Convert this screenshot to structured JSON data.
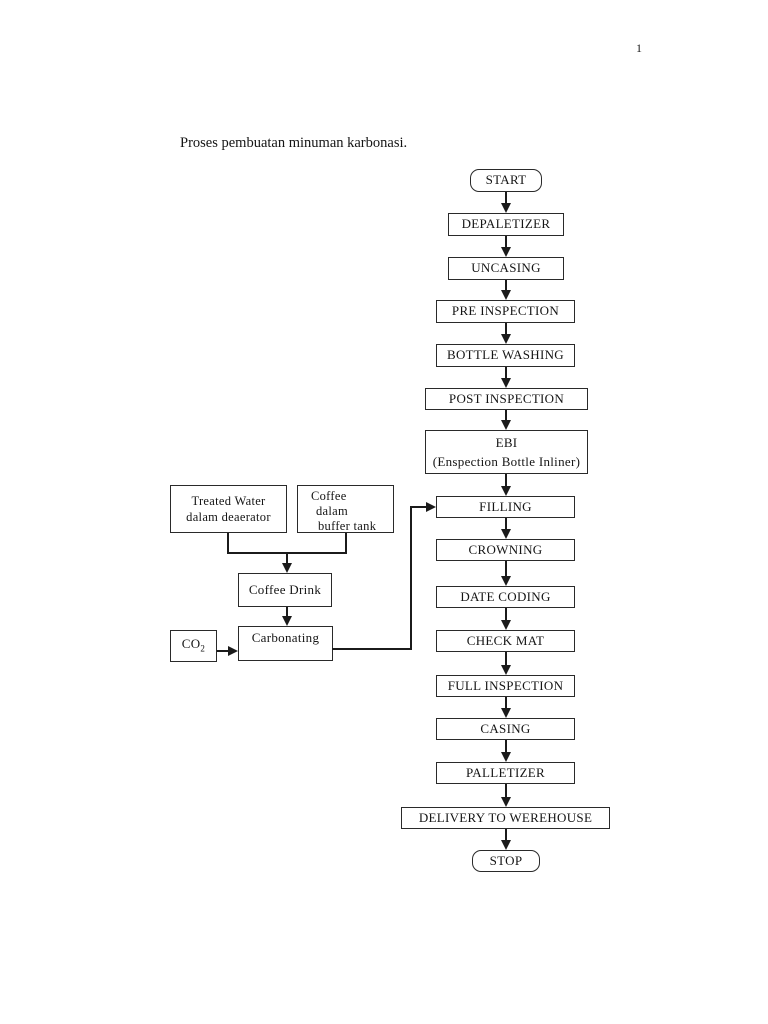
{
  "page": {
    "number": "1",
    "title": "Proses pembuatan minuman karbonasi."
  },
  "flowchart": {
    "nodes": {
      "start": {
        "label": "START"
      },
      "depaletizer": {
        "label": "DEPALETIZER"
      },
      "uncasing": {
        "label": "UNCASING"
      },
      "pre_inspection": {
        "label": "PRE INSPECTION"
      },
      "bottle_washing": {
        "label": "BOTTLE WASHING"
      },
      "post_inspection": {
        "label": "POST INSPECTION"
      },
      "ebi": {
        "line1": "EBI",
        "line2": "(Enspection Bottle Inliner)"
      },
      "filling": {
        "label": "FILLING"
      },
      "crowning": {
        "label": "CROWNING"
      },
      "date_coding": {
        "label": "DATE CODING"
      },
      "check_mat": {
        "label": "CHECK MAT"
      },
      "full_inspection": {
        "label": "FULL INSPECTION"
      },
      "casing": {
        "label": "CASING"
      },
      "palletizer": {
        "label": "PALLETIZER"
      },
      "delivery": {
        "label": "DELIVERY TO WEREHOUSE"
      },
      "stop": {
        "label": "STOP"
      },
      "treated_water": {
        "line1": "Treated Water",
        "line2": "dalam deaerator"
      },
      "coffee_buffer": {
        "line1": "Coffee",
        "line2": "dalam",
        "line3": "buffer tank"
      },
      "coffee_drink": {
        "label": "Coffee Drink"
      },
      "co2": {
        "text": "CO",
        "subscript": "2"
      },
      "carbonating": {
        "label": "Carbonating"
      }
    },
    "edges": [
      "start->depaletizer",
      "depaletizer->uncasing",
      "uncasing->pre_inspection",
      "pre_inspection->bottle_washing",
      "bottle_washing->post_inspection",
      "post_inspection->ebi",
      "ebi->filling",
      "filling->crowning",
      "crowning->date_coding",
      "date_coding->check_mat",
      "check_mat->full_inspection",
      "full_inspection->casing",
      "casing->palletizer",
      "palletizer->delivery",
      "delivery->stop",
      "treated_water->coffee_drink",
      "coffee_buffer->coffee_drink",
      "coffee_drink->carbonating",
      "co2->carbonating",
      "carbonating->filling"
    ],
    "line_color": "#1b1b1b"
  }
}
